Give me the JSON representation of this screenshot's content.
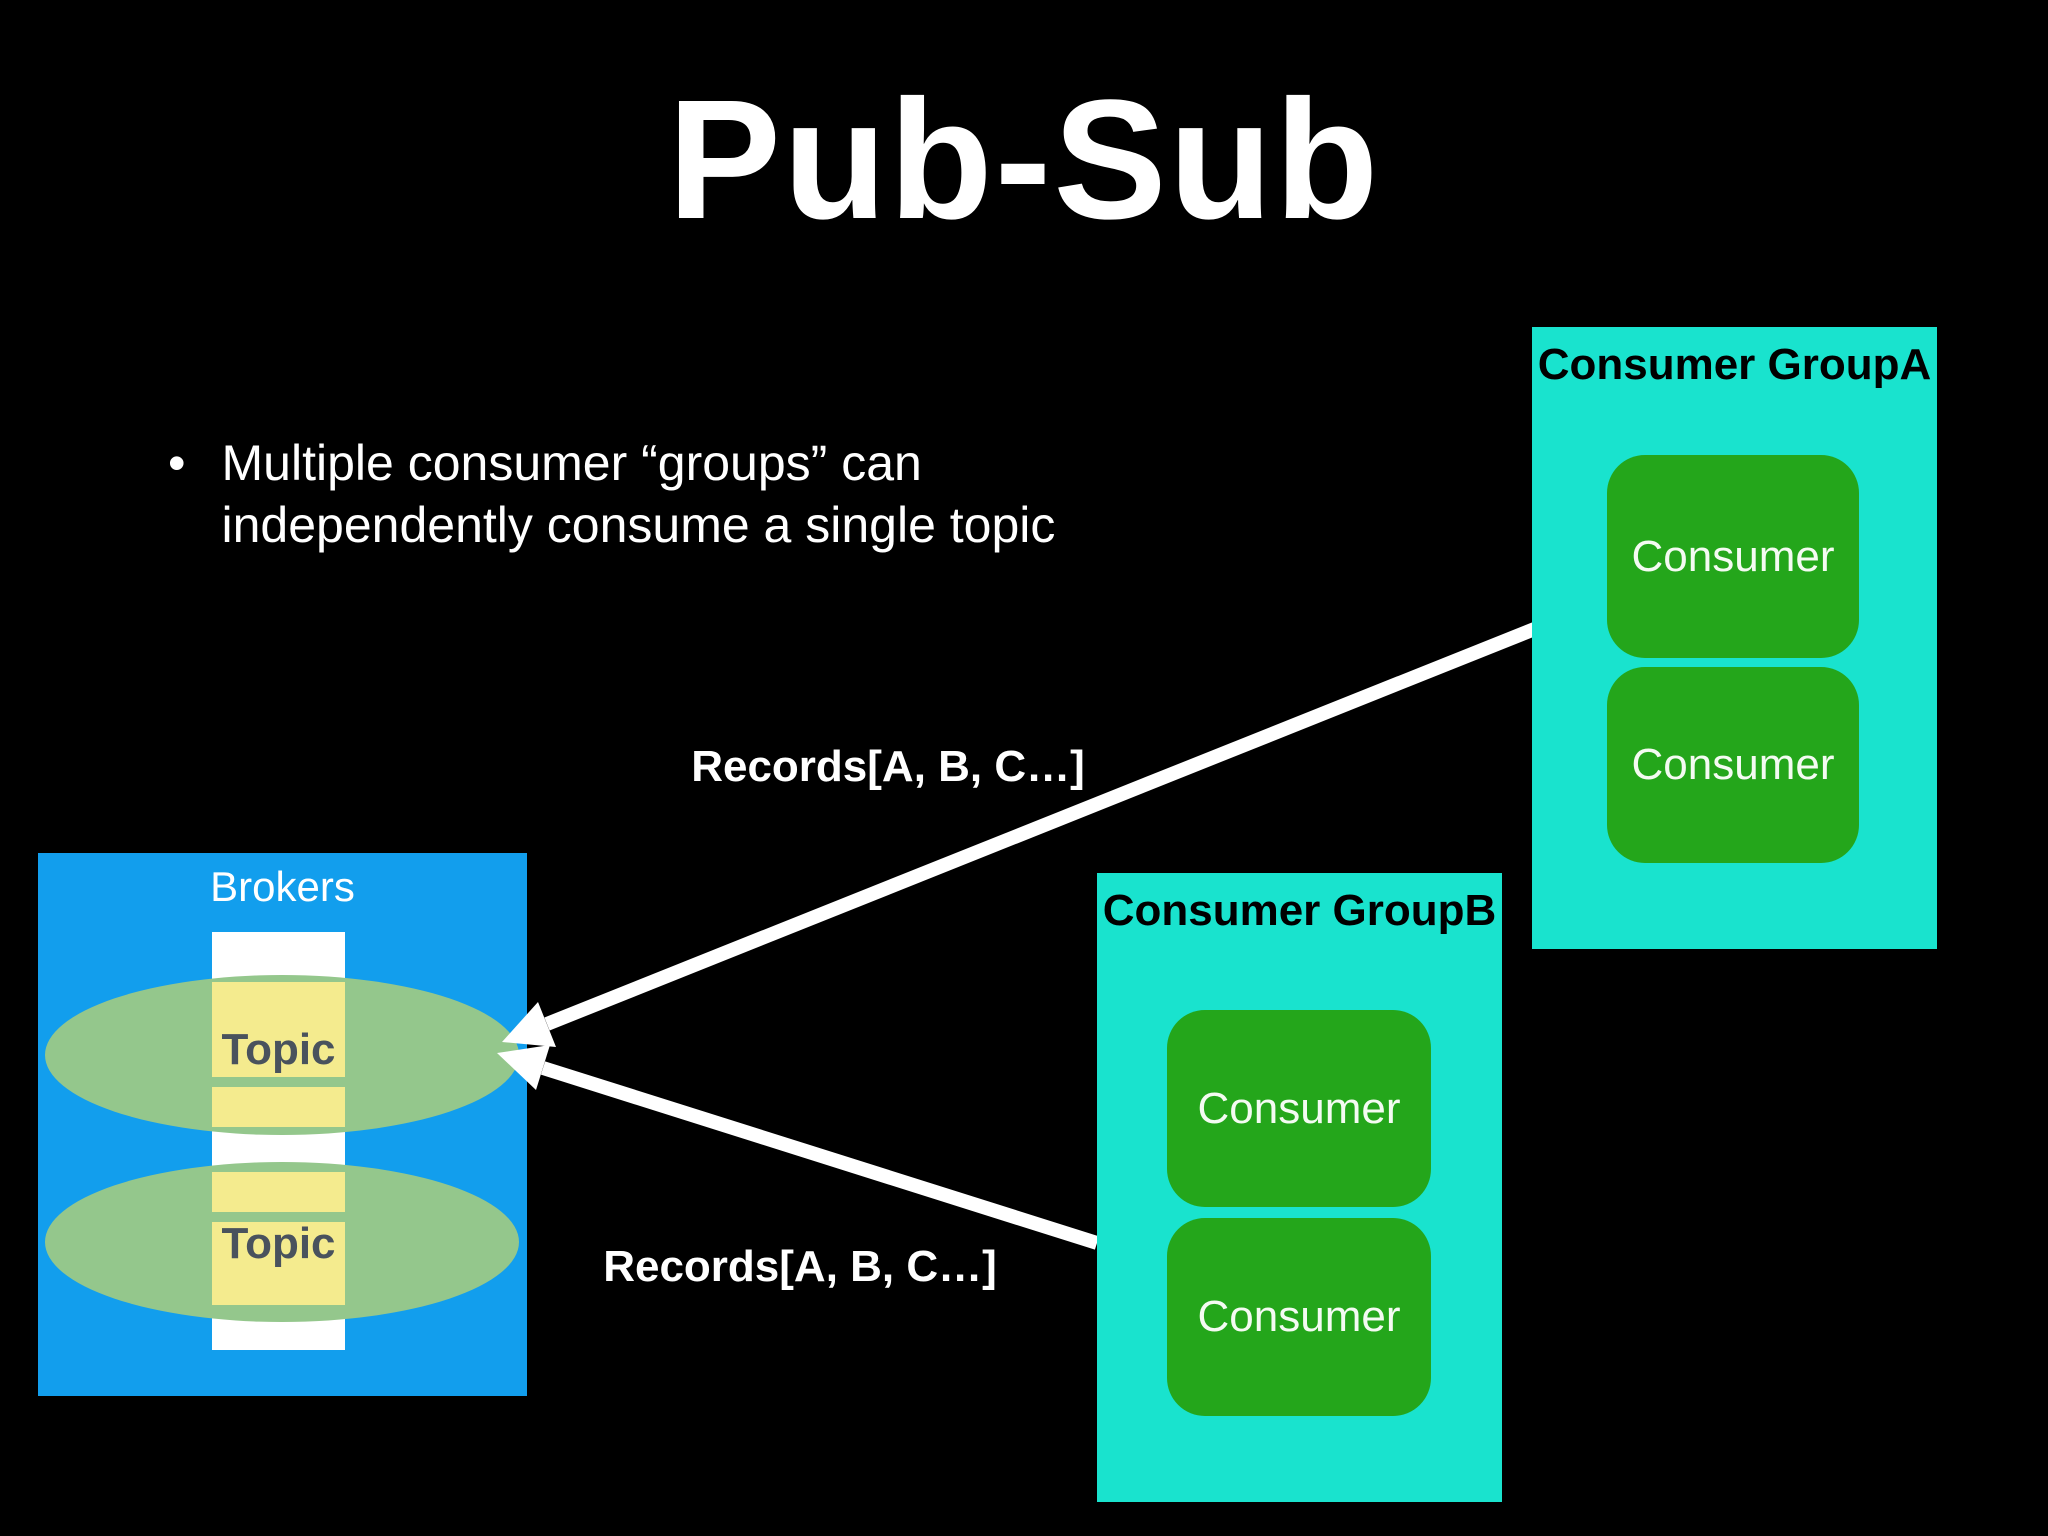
{
  "title": "Pub-Sub",
  "bullet": {
    "marker": "•",
    "line1": "Multiple consumer “groups” can",
    "line2": "independently consume a single topic"
  },
  "brokers": {
    "label": "Brokers",
    "topics": [
      "Topic",
      "Topic"
    ]
  },
  "groups": {
    "a": {
      "label": "Consumer GroupA",
      "consumers": [
        "Consumer",
        "Consumer"
      ]
    },
    "b": {
      "label": "Consumer GroupB",
      "consumers": [
        "Consumer",
        "Consumer"
      ]
    }
  },
  "arrows": {
    "label_a": "Records[A, B, C…]",
    "label_b": "Records[A, B, C…]"
  },
  "colors": {
    "background": "#000000",
    "text_light": "#FFFFFF",
    "brokers_box": "#129EED",
    "topic_ellipse": "#94C78C",
    "partition_highlight": "#F4EB8E",
    "partition_column": "#FFFFFF",
    "topic_text": "#49525D",
    "group_box": "#19E3CE",
    "group_text": "#000000",
    "consumer_box": "#24A61B",
    "consumer_text": "#F4FBF2",
    "arrow": "#FFFFFF"
  }
}
